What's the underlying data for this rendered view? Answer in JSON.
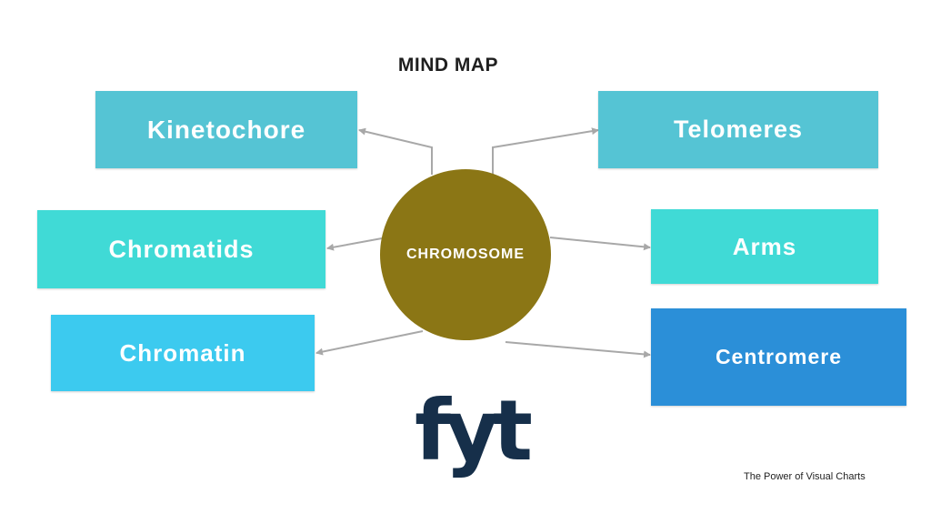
{
  "title": "MIND MAP",
  "center": {
    "label": "CHROMOSOME",
    "color": "#8b7615"
  },
  "nodes": {
    "kinetochore": {
      "label": "Kinetochore",
      "color": "#55c4d4"
    },
    "chromatids": {
      "label": "Chromatids",
      "color": "#40dad6"
    },
    "chromatin": {
      "label": "Chromatin",
      "color": "#3ccaef"
    },
    "telomeres": {
      "label": "Telomeres",
      "color": "#55c4d4"
    },
    "arms": {
      "label": "Arms",
      "color": "#40dad6"
    },
    "centromere": {
      "label": "Centromere",
      "color": "#2b8fd8"
    }
  },
  "connector_color": "#a8a8a8",
  "logo": {
    "text": "fyt",
    "color": "#162f4a"
  },
  "tagline": "The Power of Visual Charts"
}
